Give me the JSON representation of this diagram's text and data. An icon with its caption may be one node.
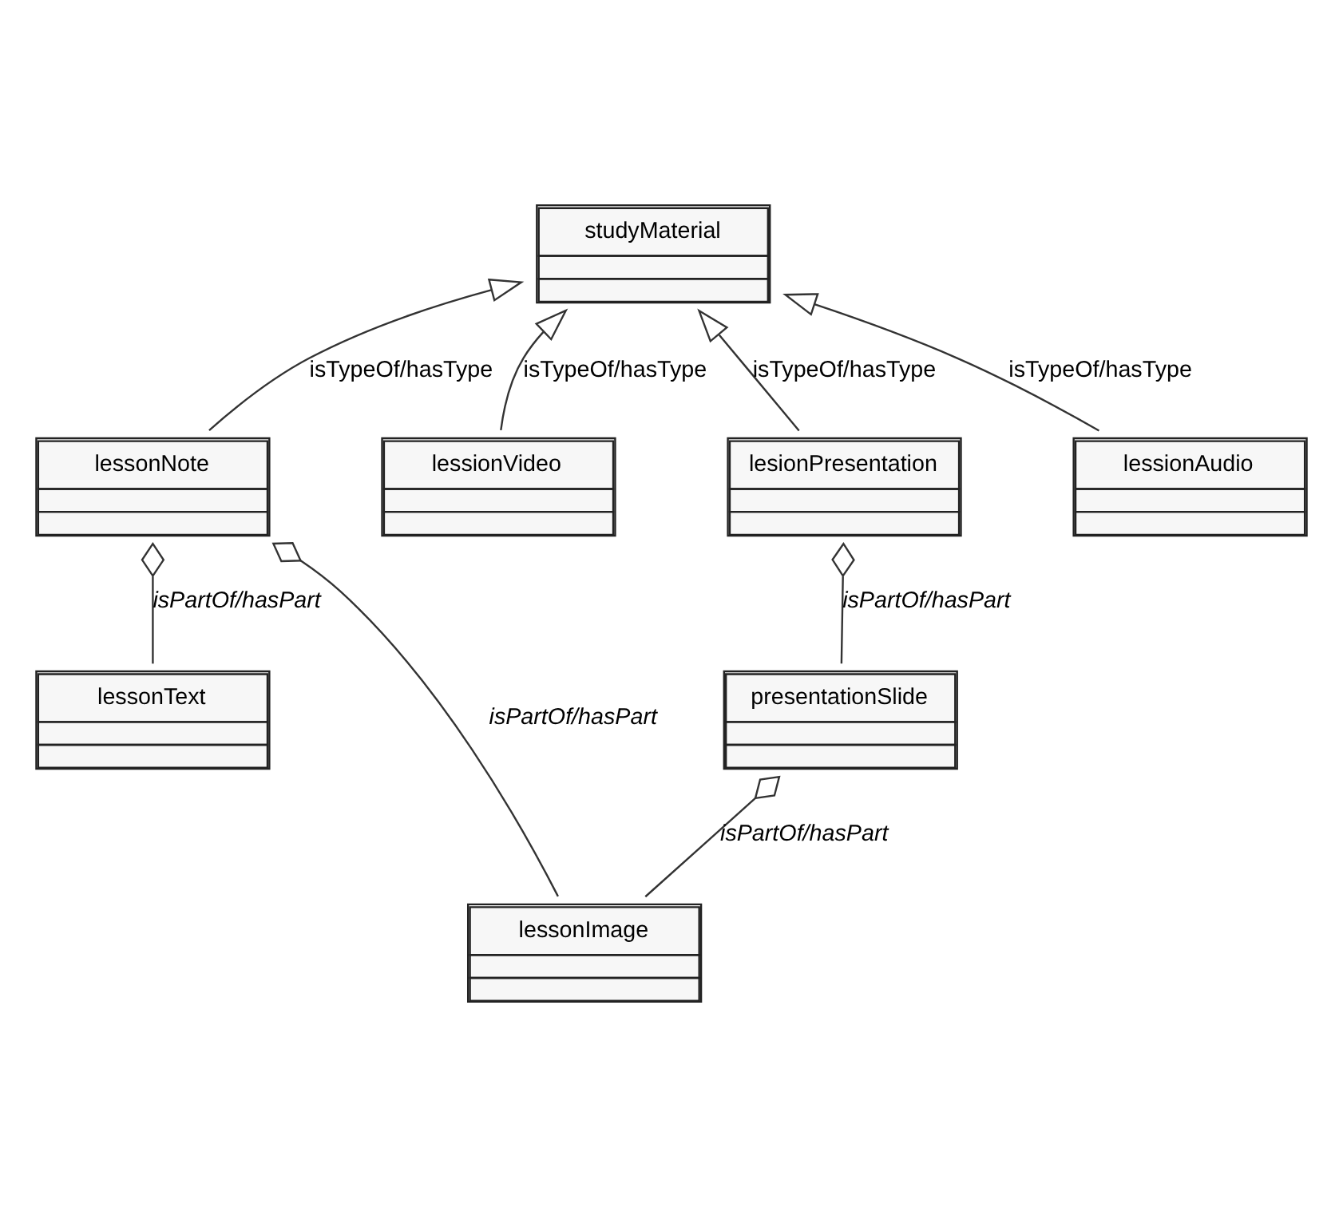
{
  "diagram": {
    "nodes": [
      {
        "text": [
          "studyMaterial"
        ]
      },
      {
        "text": [
          "lessonNote"
        ]
      },
      {
        "text": [
          "lessonText"
        ]
      },
      {
        "text": [
          "lessionVideo"
        ]
      },
      {
        "text": [
          "lesionPresentation"
        ]
      },
      {
        "text": [
          "lessonImage"
        ]
      },
      {
        "text": [
          "lessionAudio"
        ]
      },
      {
        "text": [
          "presentationSlide"
        ]
      }
    ],
    "edges": [
      {
        "from": 1,
        "to": 0,
        "arrow": "to",
        "label": "isTypeOf/hasType"
      },
      {
        "from": 1,
        "to": 2,
        "arrow": "other",
        "label": "isPartOf/hasPart"
      },
      {
        "from": 3,
        "to": 0,
        "arrow": "to",
        "label": "isTypeOf/hasType"
      },
      {
        "from": 1,
        "to": 5,
        "arrow": "other",
        "label": "isPartOf/hasPart"
      },
      {
        "from": 4,
        "to": 0,
        "arrow": "to",
        "label": "isTypeOf/hasType"
      },
      {
        "from": 6,
        "to": 0,
        "arrow": "to",
        "label": "isTypeOf/hasType"
      },
      {
        "from": 4,
        "to": 7,
        "arrow": "other",
        "label": "isPartOf/hasPart"
      },
      {
        "from": 7,
        "to": 5,
        "arrow": "other",
        "label": "isPartOf/hasPart"
      }
    ]
  }
}
